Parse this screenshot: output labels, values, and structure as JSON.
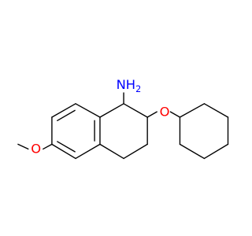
{
  "molecule": {
    "atoms": {
      "amine": {
        "symbol": "NH",
        "subscript": "2",
        "color": "#0000ff"
      },
      "ether_oxygen": {
        "symbol": "O",
        "color": "#ff0000"
      },
      "methoxy_oxygen": {
        "symbol": "O",
        "color": "#ff0000"
      }
    },
    "bond_color": "#000000"
  }
}
